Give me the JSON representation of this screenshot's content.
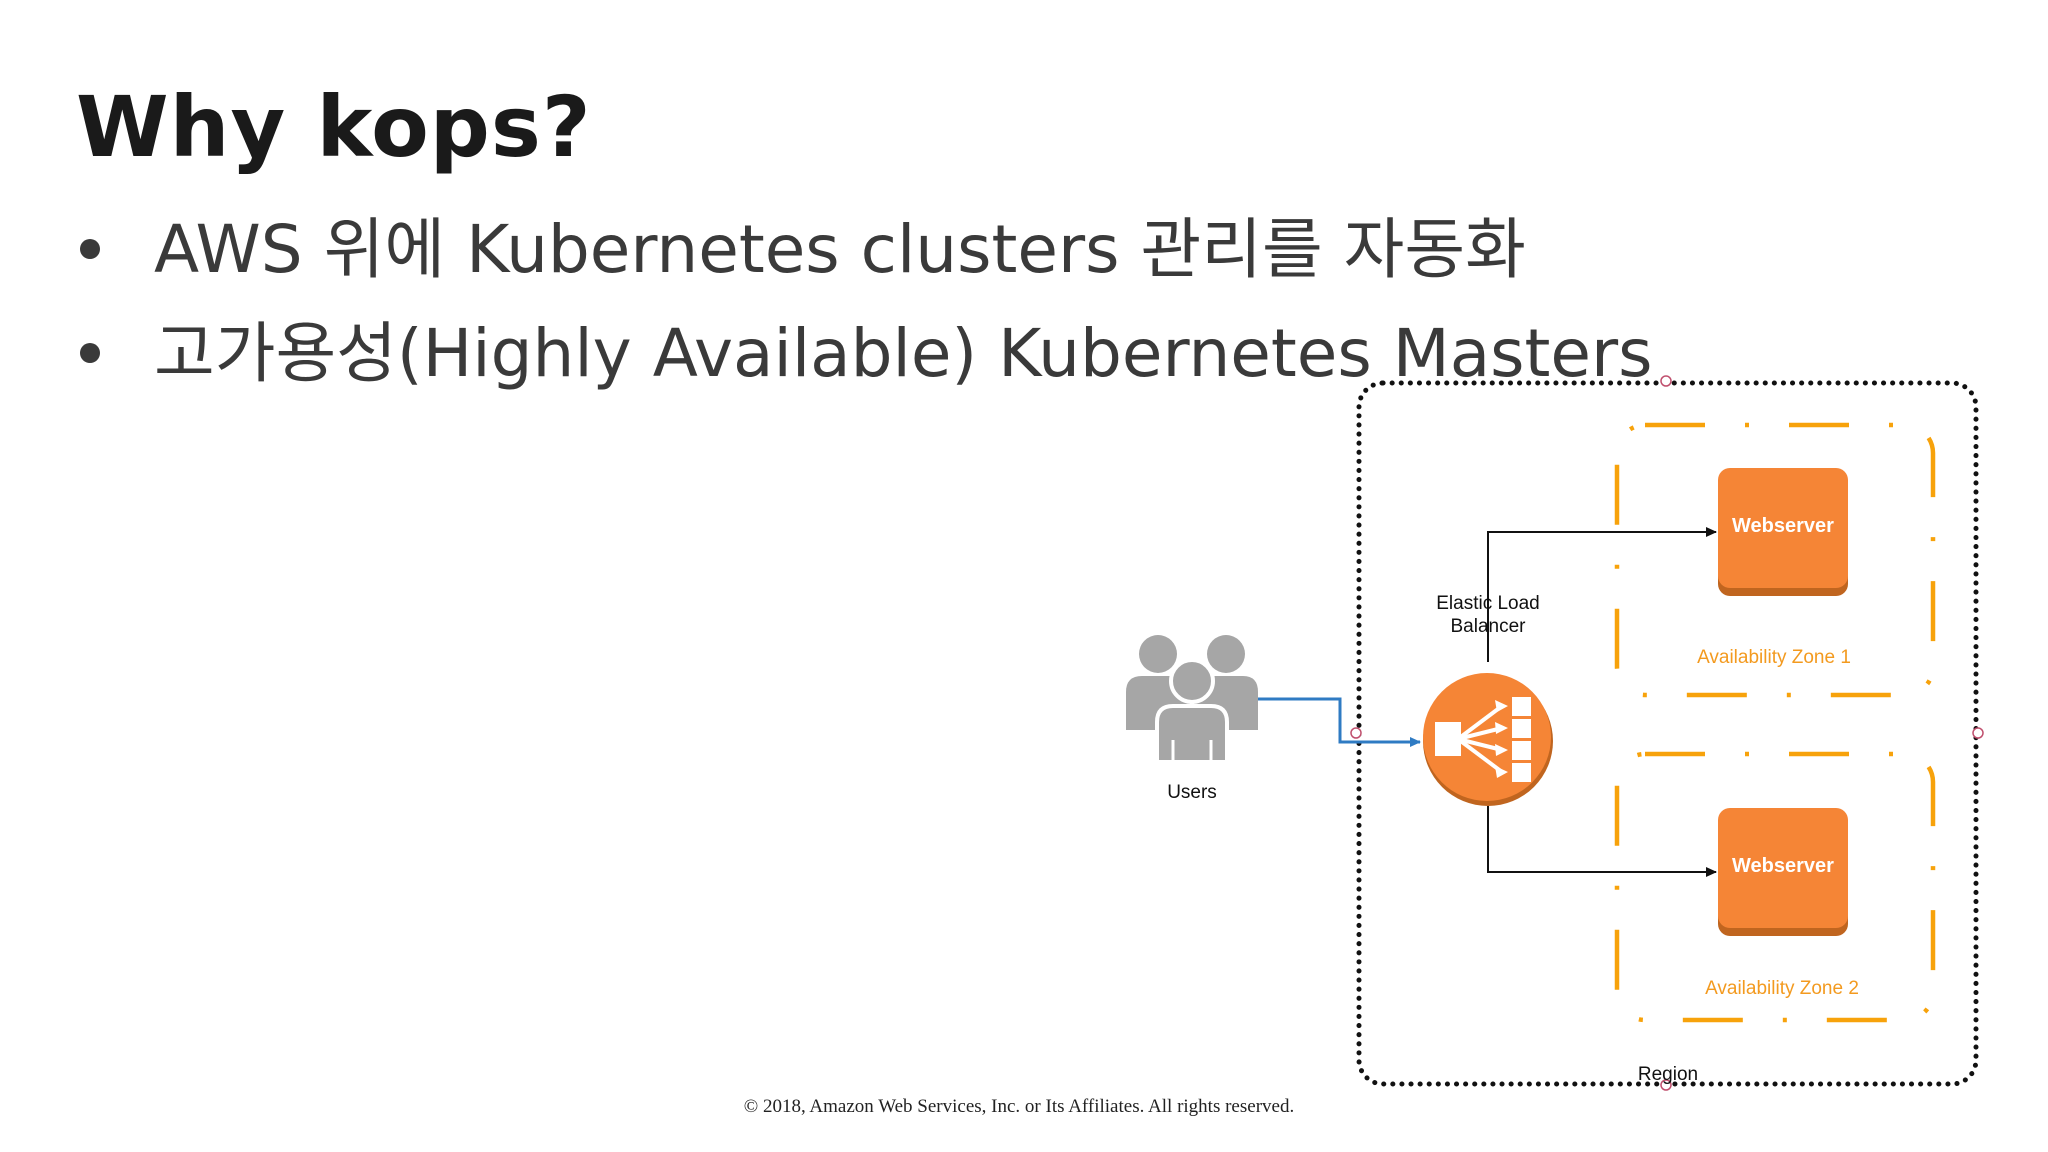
{
  "slide": {
    "title": "Why kops?",
    "bullets": [
      "AWS 위에 Kubernetes clusters 관리를 자동화",
      "고가용성(Highly Available) Kubernetes Masters"
    ]
  },
  "diagram": {
    "users_label": "Users",
    "elb_label_line1": "Elastic Load",
    "elb_label_line2": "Balancer",
    "webserver1_label": "Webserver",
    "webserver2_label": "Webserver",
    "az1_label": "Availability Zone 1",
    "az2_label": "Availability Zone 2",
    "region_label": "Region"
  },
  "footer": {
    "copyright": "© 2018, Amazon Web Services, Inc. or Its Affiliates. All rights reserved."
  },
  "colors": {
    "aws_orange": "#f58536",
    "az_border": "#f7a20b",
    "user_gray": "#a6a6a6",
    "arrow_blue": "#2f7bc3"
  }
}
